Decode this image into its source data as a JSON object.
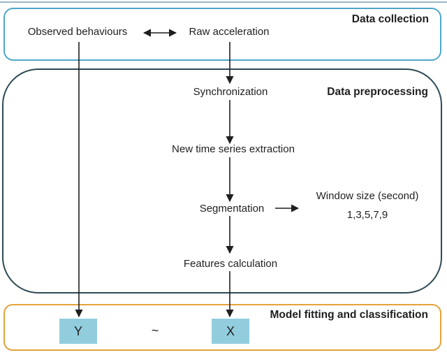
{
  "colors": {
    "collection": "#4ea7c8",
    "preprocessing": "#2e4a54",
    "model": "#e2a33c",
    "fill": "#92cdde",
    "arrow": "#1f1f1f",
    "text": "#1f1f1f",
    "edge_line": "#9db8c6"
  },
  "collection": {
    "title": "Data collection",
    "observed": "Observed behaviours",
    "raw": "Raw acceleration"
  },
  "preprocessing": {
    "title": "Data preprocessing",
    "steps": [
      "Synchronization",
      "New time series extraction",
      "Segmentation",
      "Features calculation"
    ],
    "window_size_label": "Window size (second)",
    "window_size_values": "1,3,5,7,9"
  },
  "model": {
    "title": "Model fitting and classification",
    "y_label": "Y",
    "tilde": "~",
    "x_label": "X"
  }
}
